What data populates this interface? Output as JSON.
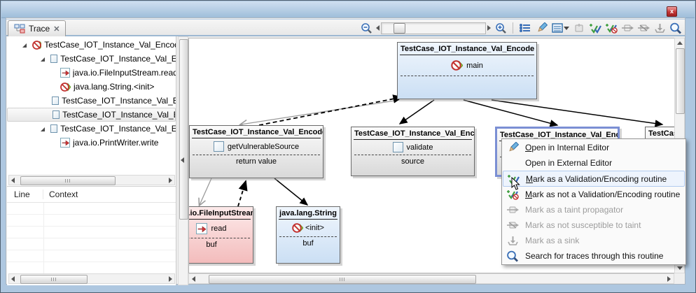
{
  "window": {
    "close_glyph": "x"
  },
  "view_tab": {
    "label": "Trace",
    "close_glyph": "✕"
  },
  "toolbar": {
    "icons": [
      "zoom-out",
      "scroll-left",
      "zoom-slider",
      "scroll-right",
      "zoom-in",
      "show-call-list",
      "edit-routine",
      "layout-menu",
      "new-item-disabled",
      "mark-validation",
      "mark-not-validation",
      "mark-taint-propagator",
      "mark-not-susceptible",
      "mark-sink",
      "search-traces"
    ]
  },
  "tree": {
    "items": [
      {
        "label": "TestCase_IOT_Instance_Val_Encode.m",
        "icon": "forbidden-sign",
        "expanded": true
      },
      {
        "label": "TestCase_IOT_Instance_Val_Encode",
        "icon": "checkbox",
        "expanded": true
      },
      {
        "label": "java.io.FileInputStream.read",
        "icon": "taint-arrow"
      },
      {
        "label": "java.lang.String.<init>",
        "icon": "forbidden-sign"
      },
      {
        "label": "TestCase_IOT_Instance_Val_Encode",
        "icon": "checkbox"
      },
      {
        "label": "TestCase_IOT_Instance_Val_Encode",
        "icon": "checkbox",
        "selected": true
      },
      {
        "label": "TestCase_IOT_Instance_Val_Encode",
        "icon": "checkbox",
        "expanded": true
      },
      {
        "label": "java.io.PrintWriter.write",
        "icon": "taint-arrow"
      }
    ]
  },
  "context_table": {
    "columns": [
      "Line",
      "Context"
    ],
    "rows": []
  },
  "diagram": {
    "nodes": [
      {
        "title": "TestCase_IOT_Instance_Val_Encode",
        "method": "main",
        "icon": "forbidden-sign",
        "port": ""
      },
      {
        "title": "TestCase_IOT_Instance_Val_Encode",
        "method": "getVulnerableSource",
        "icon": "checkbox",
        "port": "return value"
      },
      {
        "title": "TestCase_IOT_Instance_Val_Encode",
        "method": "validate",
        "icon": "checkbox",
        "port": "source"
      },
      {
        "title": "TestCase_IOT_Instance_Val_Encode",
        "selected": true
      },
      {
        "title": "TestCase_IOT_Instance_Val_Encode",
        "clipped": true
      },
      {
        "title": "java.io.FileInputStream",
        "method": "read",
        "icon": "taint-arrow",
        "port": "buf"
      },
      {
        "title": "java.lang.String",
        "method": "<init>",
        "icon": "forbidden-sign",
        "port": "buf"
      }
    ]
  },
  "context_menu": {
    "items": [
      {
        "label": "Open in Internal Editor",
        "icon": "edit-pencil",
        "enabled": true
      },
      {
        "label": "Open in External Editor",
        "icon": "",
        "enabled": true
      },
      {
        "label": "Mark as a Validation/Encoding routine",
        "icon": "mark-validation",
        "enabled": true,
        "highlighted": true
      },
      {
        "label": "Mark as not a Validation/Encoding routine",
        "icon": "mark-not-validation",
        "enabled": true
      },
      {
        "label": "Mark as a taint propagator",
        "icon": "taint-propagator",
        "enabled": false
      },
      {
        "label": "Mark as not susceptible to taint",
        "icon": "taint-propagator",
        "enabled": false
      },
      {
        "label": "Mark as a sink",
        "icon": "sink",
        "enabled": false
      },
      {
        "label": "Search for traces through this routine",
        "icon": "search",
        "enabled": true
      }
    ]
  },
  "colors": {
    "selection_border": "#7b8fd4",
    "menu_highlight": "#eef4fd",
    "node_blue": "#cbdff4",
    "node_pink": "#f3bcbc",
    "node_gray": "#d9d9d9",
    "validation_green": "#3f9e3f",
    "forbidden_red": "#c2302e"
  }
}
